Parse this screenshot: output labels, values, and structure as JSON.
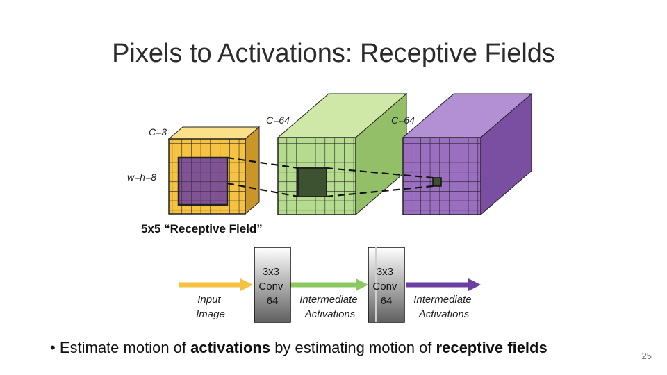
{
  "slide": {
    "title": "Pixels to Activations: Receptive Fields",
    "page_number": "25"
  },
  "labels": {
    "c_input": "C=3",
    "c_mid": "C=64",
    "c_out": "C=64",
    "size": "w=h=8",
    "receptive_field": "5x5 “Receptive Field”"
  },
  "pipeline": {
    "input_label": [
      "Input",
      "Image"
    ],
    "conv1": [
      "3x3",
      "Conv",
      "64"
    ],
    "mid_label": [
      "Intermediate",
      "Activations"
    ],
    "conv2": [
      "3x3",
      "Conv",
      "64"
    ],
    "out_label": [
      "Intermediate",
      "Activations"
    ]
  },
  "bullet": {
    "p1": "Estimate motion of ",
    "b1": "activations",
    "p2": " by estimating motion of ",
    "b2": "receptive fields"
  },
  "colors": {
    "input_volume": "#f5c242",
    "input_highlight": "#6b3fa0",
    "mid_volume": "#b5dc8e",
    "mid_highlight": "#3d5230",
    "out_volume": "#9b6fc0",
    "arrow_input": "#f5c242",
    "arrow_mid": "#8cc860",
    "arrow_out": "#6b3fa0"
  }
}
